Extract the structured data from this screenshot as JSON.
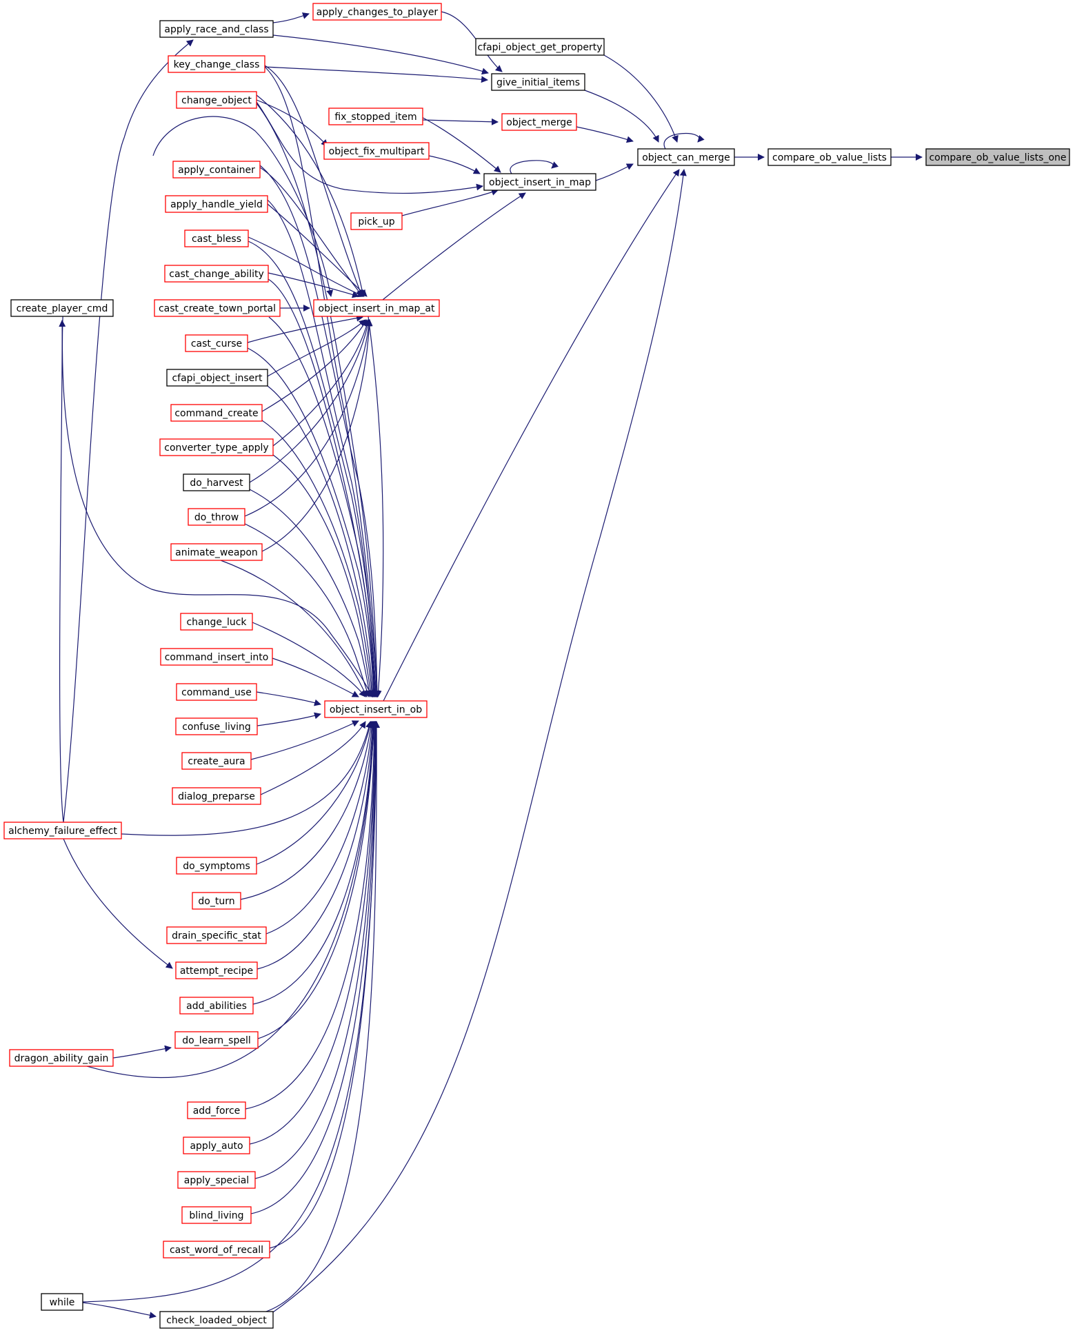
{
  "graph": {
    "colors": {
      "edge": "#191970",
      "focus_fill": "#bfbfbf",
      "border_doc": "#000000",
      "border_truncated": "#ff0000"
    },
    "nodes": [
      {
        "id": "compare_ob_value_lists_one",
        "label": "compare_ob_value_lists_one",
        "kind": "focus"
      },
      {
        "id": "compare_ob_value_lists",
        "label": "compare_ob_value_lists",
        "kind": "doc"
      },
      {
        "id": "object_can_merge",
        "label": "object_can_merge",
        "kind": "doc"
      },
      {
        "id": "cfapi_object_get_property",
        "label": "cfapi_object_get_property",
        "kind": "doc"
      },
      {
        "id": "give_initial_items",
        "label": "give_initial_items",
        "kind": "doc"
      },
      {
        "id": "object_merge",
        "label": "object_merge",
        "kind": "truncated"
      },
      {
        "id": "object_insert_in_map",
        "label": "object_insert_in_map",
        "kind": "doc"
      },
      {
        "id": "apply_changes_to_player",
        "label": "apply_changes_to_player",
        "kind": "truncated"
      },
      {
        "id": "apply_race_and_class",
        "label": "apply_race_and_class",
        "kind": "doc"
      },
      {
        "id": "key_change_class",
        "label": "key_change_class",
        "kind": "truncated"
      },
      {
        "id": "change_object",
        "label": "change_object",
        "kind": "truncated"
      },
      {
        "id": "fix_stopped_item",
        "label": "fix_stopped_item",
        "kind": "truncated"
      },
      {
        "id": "object_fix_multipart",
        "label": "object_fix_multipart",
        "kind": "truncated"
      },
      {
        "id": "pick_up",
        "label": "pick_up",
        "kind": "truncated"
      },
      {
        "id": "object_insert_in_map_at",
        "label": "object_insert_in_map_at",
        "kind": "truncated"
      },
      {
        "id": "object_insert_in_ob",
        "label": "object_insert_in_ob",
        "kind": "truncated"
      },
      {
        "id": "create_player_cmd",
        "label": "create_player_cmd",
        "kind": "doc"
      },
      {
        "id": "apply_container",
        "label": "apply_container",
        "kind": "truncated"
      },
      {
        "id": "apply_handle_yield",
        "label": "apply_handle_yield",
        "kind": "truncated"
      },
      {
        "id": "cast_bless",
        "label": "cast_bless",
        "kind": "truncated"
      },
      {
        "id": "cast_change_ability",
        "label": "cast_change_ability",
        "kind": "truncated"
      },
      {
        "id": "cast_create_town_portal",
        "label": "cast_create_town_portal",
        "kind": "truncated"
      },
      {
        "id": "cast_curse",
        "label": "cast_curse",
        "kind": "truncated"
      },
      {
        "id": "cfapi_object_insert",
        "label": "cfapi_object_insert",
        "kind": "doc"
      },
      {
        "id": "command_create",
        "label": "command_create",
        "kind": "truncated"
      },
      {
        "id": "converter_type_apply",
        "label": "converter_type_apply",
        "kind": "truncated"
      },
      {
        "id": "do_harvest",
        "label": "do_harvest",
        "kind": "doc"
      },
      {
        "id": "do_throw",
        "label": "do_throw",
        "kind": "truncated"
      },
      {
        "id": "animate_weapon",
        "label": "animate_weapon",
        "kind": "truncated"
      },
      {
        "id": "change_luck",
        "label": "change_luck",
        "kind": "truncated"
      },
      {
        "id": "command_insert_into",
        "label": "command_insert_into",
        "kind": "truncated"
      },
      {
        "id": "command_use",
        "label": "command_use",
        "kind": "truncated"
      },
      {
        "id": "confuse_living",
        "label": "confuse_living",
        "kind": "truncated"
      },
      {
        "id": "create_aura",
        "label": "create_aura",
        "kind": "truncated"
      },
      {
        "id": "dialog_preparse",
        "label": "dialog_preparse",
        "kind": "truncated"
      },
      {
        "id": "alchemy_failure_effect",
        "label": "alchemy_failure_effect",
        "kind": "truncated"
      },
      {
        "id": "do_symptoms",
        "label": "do_symptoms",
        "kind": "truncated"
      },
      {
        "id": "do_turn",
        "label": "do_turn",
        "kind": "truncated"
      },
      {
        "id": "drain_specific_stat",
        "label": "drain_specific_stat",
        "kind": "truncated"
      },
      {
        "id": "attempt_recipe",
        "label": "attempt_recipe",
        "kind": "truncated"
      },
      {
        "id": "add_abilities",
        "label": "add_abilities",
        "kind": "truncated"
      },
      {
        "id": "do_learn_spell",
        "label": "do_learn_spell",
        "kind": "truncated"
      },
      {
        "id": "dragon_ability_gain",
        "label": "dragon_ability_gain",
        "kind": "truncated"
      },
      {
        "id": "add_force",
        "label": "add_force",
        "kind": "truncated"
      },
      {
        "id": "apply_auto",
        "label": "apply_auto",
        "kind": "truncated"
      },
      {
        "id": "apply_special",
        "label": "apply_special",
        "kind": "truncated"
      },
      {
        "id": "blind_living",
        "label": "blind_living",
        "kind": "truncated"
      },
      {
        "id": "cast_word_of_recall",
        "label": "cast_word_of_recall",
        "kind": "truncated"
      },
      {
        "id": "while",
        "label": "while",
        "kind": "doc"
      },
      {
        "id": "check_loaded_object",
        "label": "check_loaded_object",
        "kind": "doc"
      }
    ]
  }
}
